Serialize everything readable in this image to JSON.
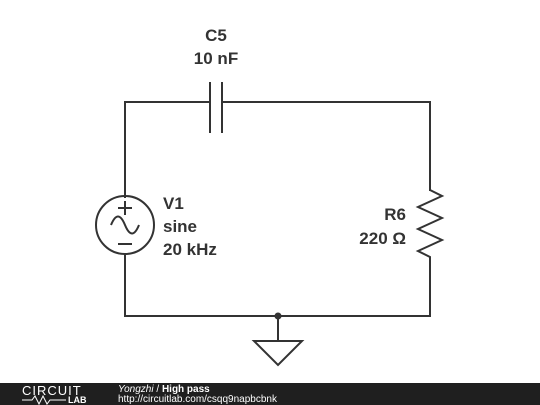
{
  "components": {
    "capacitor": {
      "ref": "C5",
      "value": "10 nF"
    },
    "source": {
      "ref": "V1",
      "type": "sine",
      "freq": "20 kHz"
    },
    "resistor": {
      "ref": "R6",
      "value": "220 Ω"
    }
  },
  "footer": {
    "logo_top": "CIRCUIT",
    "logo_bottom": "LAB",
    "author": "Yongzhi",
    "separator": "/",
    "title": "High pass",
    "url": "http://circuitlab.com/csqq9napbcbnk"
  },
  "colors": {
    "wire": "#333333",
    "footer_bg": "#1f1f1f",
    "footer_text": "#ffffff"
  },
  "icons": [
    "sine-source-icon",
    "capacitor-icon",
    "resistor-icon",
    "ground-icon",
    "circuitlab-logo"
  ]
}
